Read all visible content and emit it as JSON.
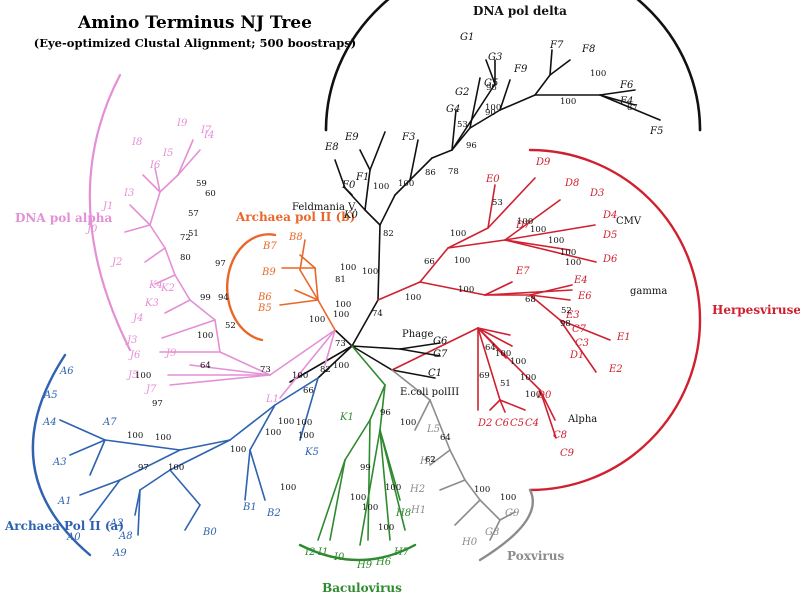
{
  "title": "Amino Terminus NJ Tree",
  "subtitle": "(Eye-optimized Clustal Alignment; 500 boostraps)",
  "colors": {
    "black": "#111111",
    "pink": "#e58fd6",
    "orange": "#e8672a",
    "red": "#d0202f",
    "blue": "#2f62b0",
    "green": "#2f8a2f",
    "gray": "#8c8c8c"
  },
  "clades": [
    {
      "id": "delta",
      "text": "DNA pol delta",
      "color": "black"
    },
    {
      "id": "herpes",
      "text": "Herpesviruses",
      "color": "red"
    },
    {
      "id": "alpha_dna",
      "text": "DNA pol alpha",
      "color": "pink"
    },
    {
      "id": "archaea_b",
      "text": "Archaea pol II (b)",
      "color": "orange"
    },
    {
      "id": "archaea_a",
      "text": "Archaea Pol II (a)",
      "color": "blue"
    },
    {
      "id": "baculo",
      "text": "Baculovirus",
      "color": "green"
    },
    {
      "id": "pox",
      "text": "Poxvirus",
      "color": "gray"
    }
  ],
  "notes": {
    "cmv": "CMV",
    "gamma": "gamma",
    "alpha": "Alpha",
    "phage": "Phage",
    "ecoli": "E.coli polIII",
    "feldmania": "Feldmania V."
  },
  "leaves": {
    "delta": [
      "G1",
      "G3",
      "F7",
      "F8",
      "F9",
      "G2",
      "G5",
      "F6",
      "F4",
      "F5",
      "G4",
      "E8",
      "E9",
      "F3",
      "F1",
      "F0",
      "K0"
    ],
    "herpes": [
      "E0",
      "D9",
      "D8",
      "D3",
      "D4",
      "D7",
      "D5",
      "D6",
      "E7",
      "E4",
      "E6",
      "E3",
      "E1",
      "E2",
      "C7",
      "C3",
      "D1",
      "D0",
      "C8",
      "C9",
      "D2",
      "C6",
      "C5",
      "C4"
    ],
    "alpha_dna": [
      "I9",
      "I7",
      "I4",
      "I8",
      "I5",
      "I6",
      "I3",
      "J1",
      "J0",
      "J2",
      "K4",
      "K2",
      "K3",
      "J4",
      "J3",
      "J9",
      "J6",
      "J5",
      "J7",
      "L1"
    ],
    "archaea_b": [
      "B7",
      "B8",
      "B9",
      "B6",
      "B5"
    ],
    "phage": [
      "G6",
      "G7",
      "C1"
    ],
    "archaea_a": [
      "A6",
      "A5",
      "A4",
      "A7",
      "A3",
      "A1",
      "A0",
      "A2",
      "A8",
      "A9",
      "B0",
      "B1",
      "B2",
      "K5"
    ],
    "baculo": [
      "K1",
      "I2",
      "I1",
      "I0",
      "H9",
      "H6",
      "H7",
      "H8"
    ],
    "pox": [
      "L5",
      "H3",
      "H2",
      "H1",
      "H0",
      "G8",
      "G9"
    ]
  },
  "bootstraps": [
    "100",
    "96",
    "100",
    "100",
    "87",
    "90",
    "53",
    "96",
    "78",
    "86",
    "100",
    "100",
    "82",
    "100",
    "74",
    "66",
    "100",
    "100",
    "53",
    "100",
    "100",
    "100",
    "100",
    "100",
    "100",
    "100",
    "68",
    "52",
    "98",
    "64",
    "69",
    "51",
    "100",
    "100",
    "100",
    "100",
    "73",
    "100",
    "100",
    "81",
    "100",
    "100",
    "59",
    "60",
    "57",
    "51",
    "72",
    "80",
    "97",
    "99",
    "94",
    "52",
    "100",
    "64",
    "73",
    "100",
    "66",
    "82",
    "100",
    "97",
    "100",
    "100",
    "97",
    "100",
    "100",
    "100",
    "100",
    "100",
    "100",
    "100",
    "100",
    "96",
    "99",
    "100",
    "100",
    "100",
    "100",
    "100",
    "64",
    "62",
    "100",
    "100"
  ]
}
